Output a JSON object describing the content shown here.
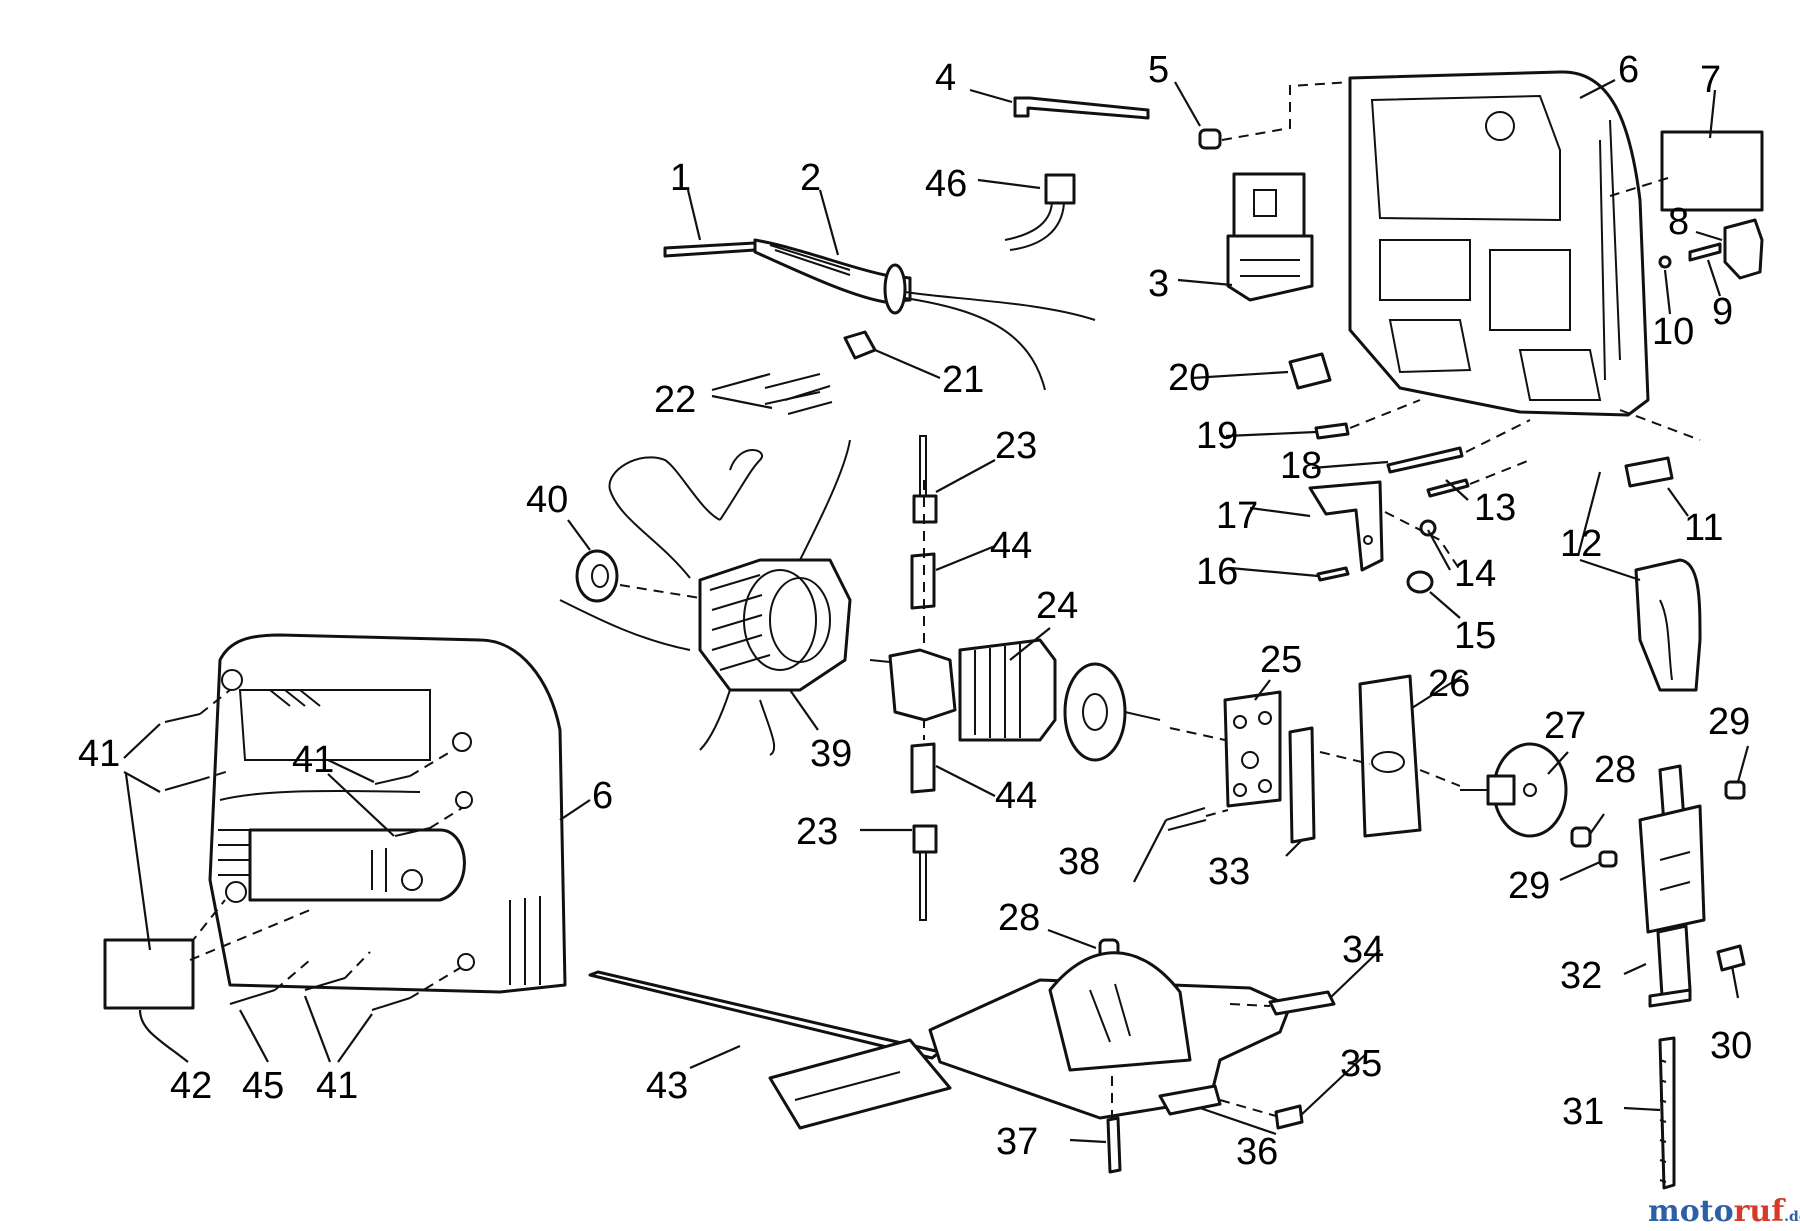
{
  "callouts": {
    "c1": "1",
    "c2": "2",
    "c3": "3",
    "c4": "4",
    "c5": "5",
    "c6a": "6",
    "c6b": "6",
    "c7": "7",
    "c8": "8",
    "c9": "9",
    "c10": "10",
    "c11": "11",
    "c12": "12",
    "c13": "13",
    "c14": "14",
    "c15": "15",
    "c16": "16",
    "c17": "17",
    "c18": "18",
    "c19": "19",
    "c20": "20",
    "c21": "21",
    "c22": "22",
    "c23a": "23",
    "c23b": "23",
    "c24": "24",
    "c25": "25",
    "c26": "26",
    "c27": "27",
    "c28a": "28",
    "c28b": "28",
    "c29a": "29",
    "c29b": "29",
    "c30": "30",
    "c31": "31",
    "c32": "32",
    "c33": "33",
    "c34": "34",
    "c35": "35",
    "c36": "36",
    "c37": "37",
    "c38": "38",
    "c39": "39",
    "c40": "40",
    "c41a": "41",
    "c41b": "41",
    "c41c": "41",
    "c42": "42",
    "c43": "43",
    "c44a": "44",
    "c44b": "44",
    "c45": "45",
    "c46": "46"
  },
  "watermark": {
    "brand": "moto",
    "accent": "ruf",
    "tld": ".de",
    "brand_color": "#2c5fa8",
    "accent_color": "#d63a2a"
  }
}
